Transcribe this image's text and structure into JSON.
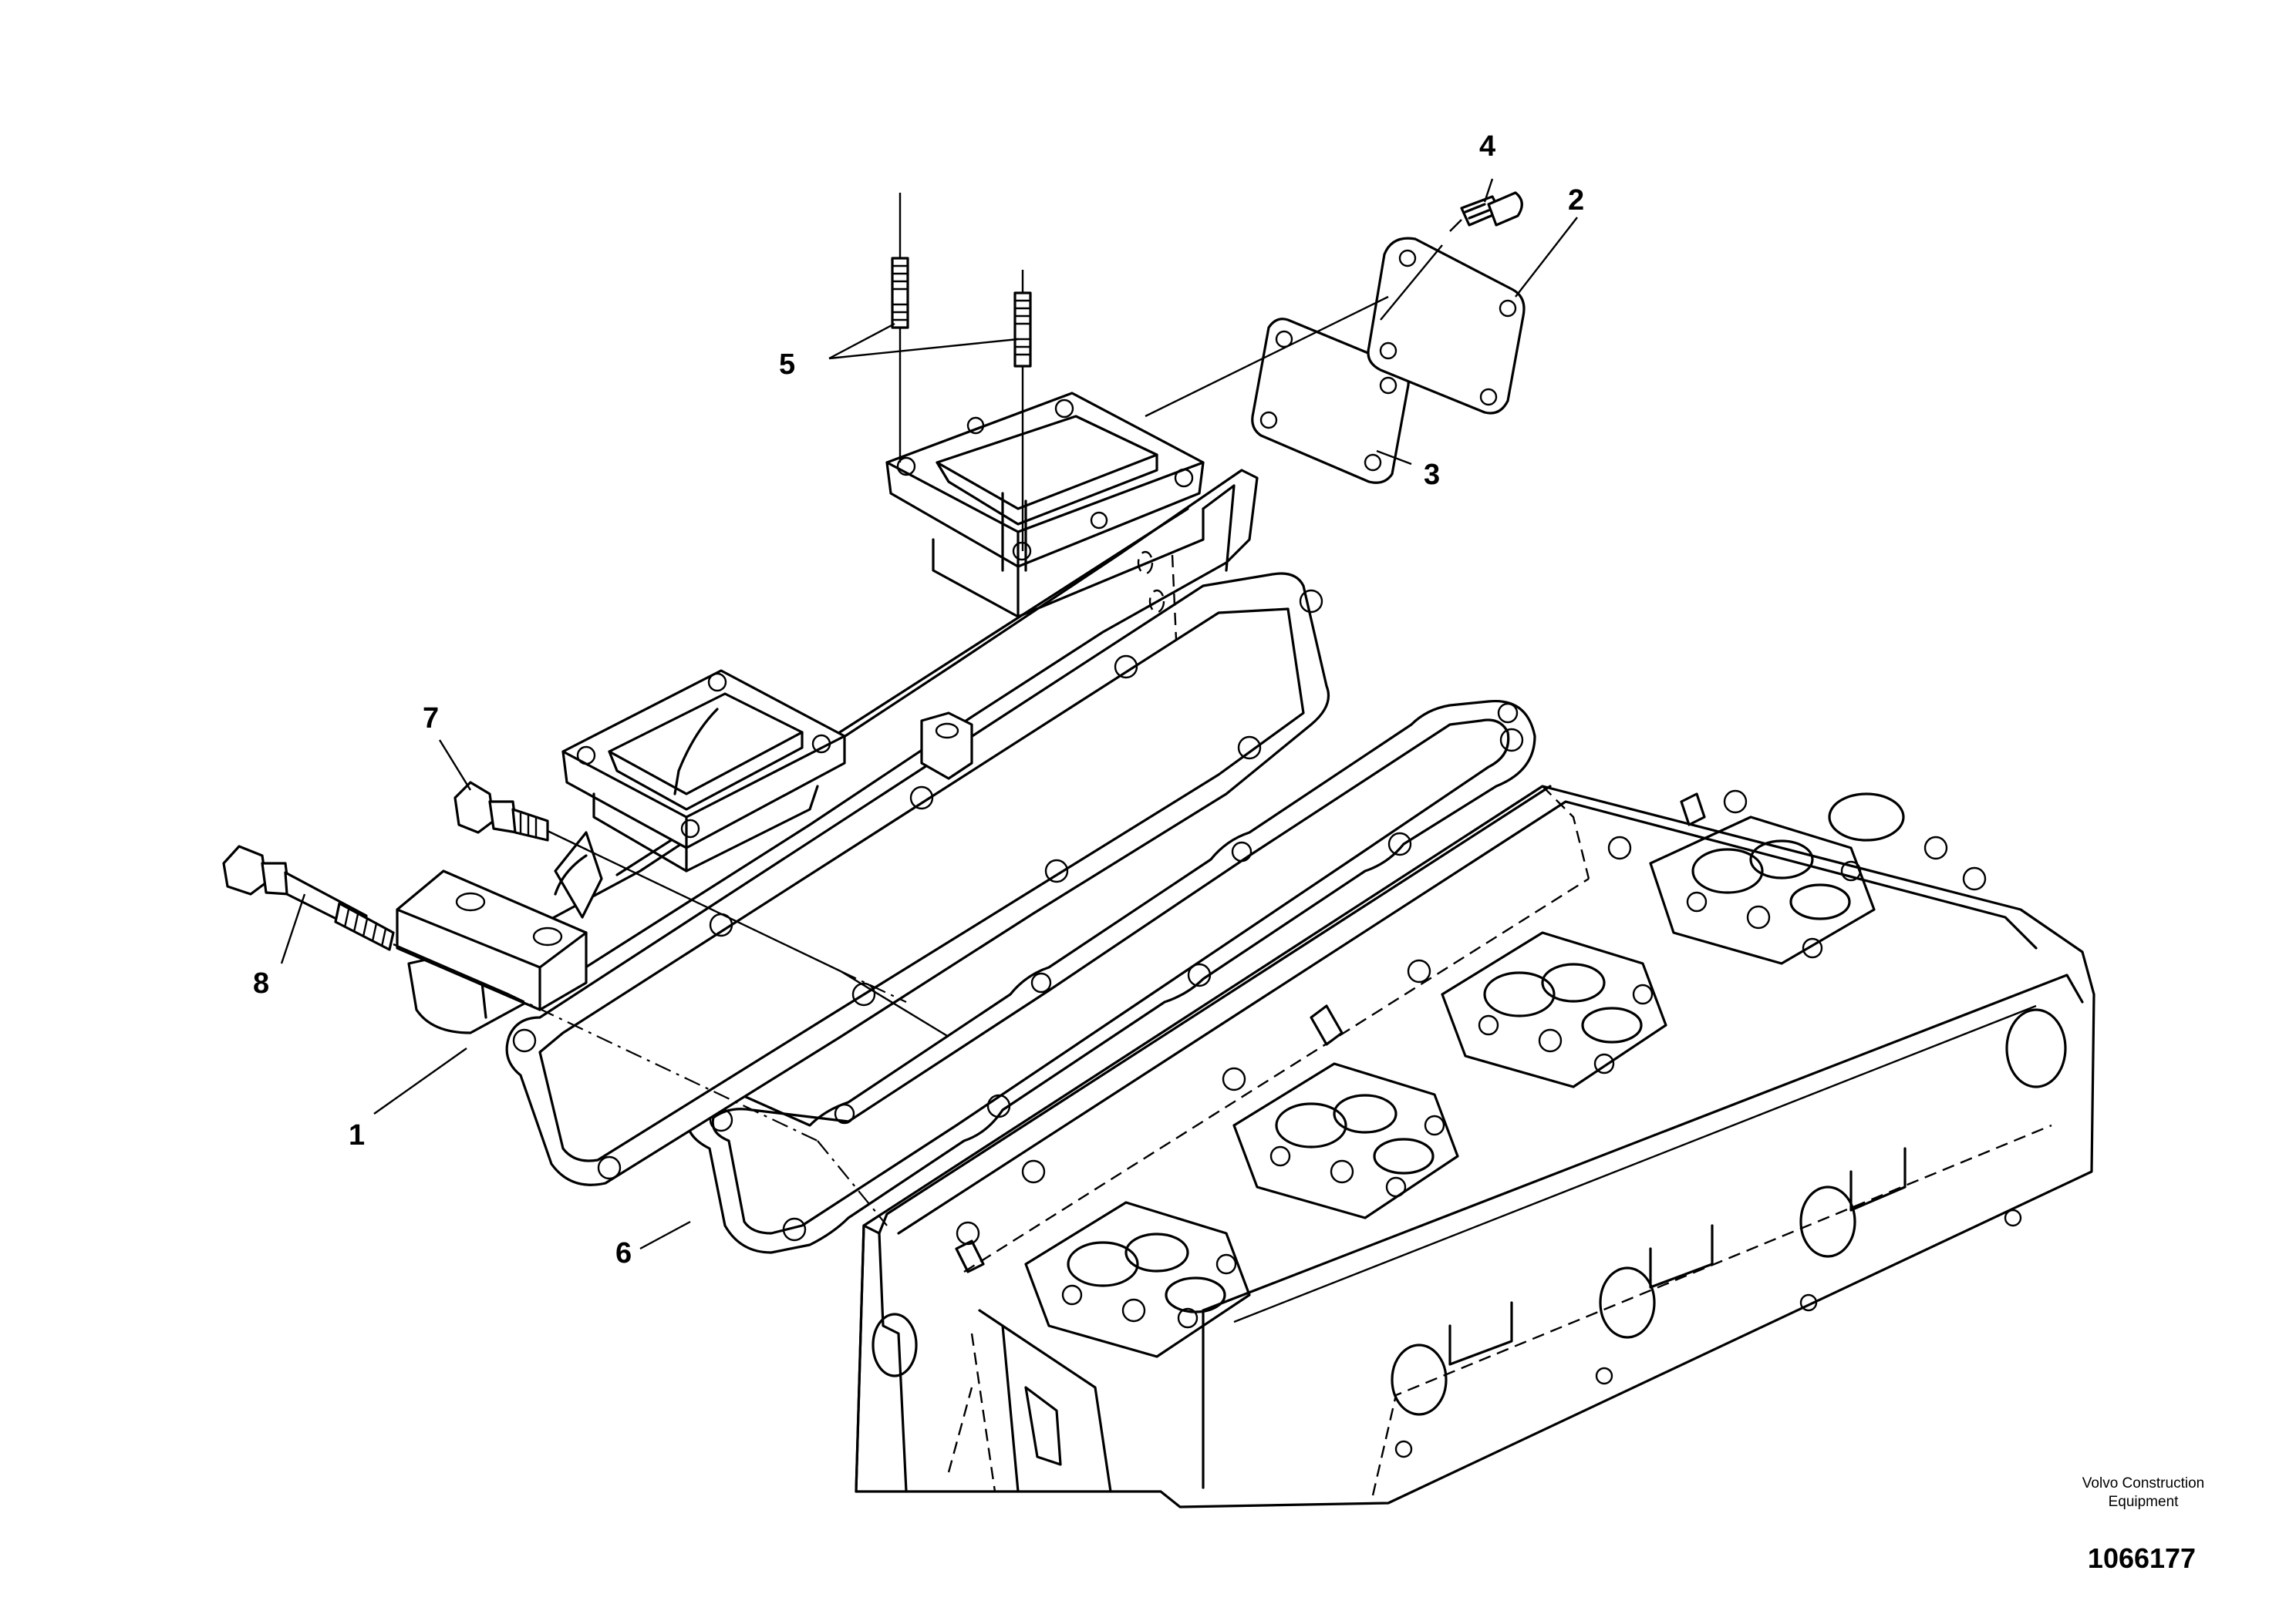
{
  "callouts": {
    "c1": "1",
    "c2": "2",
    "c3": "3",
    "c4": "4",
    "c5": "5",
    "c6": "6",
    "c7": "7",
    "c8": "8"
  },
  "footer": {
    "company_line1": "Volvo Construction",
    "company_line2": "Equipment",
    "document_number": "1066177"
  }
}
